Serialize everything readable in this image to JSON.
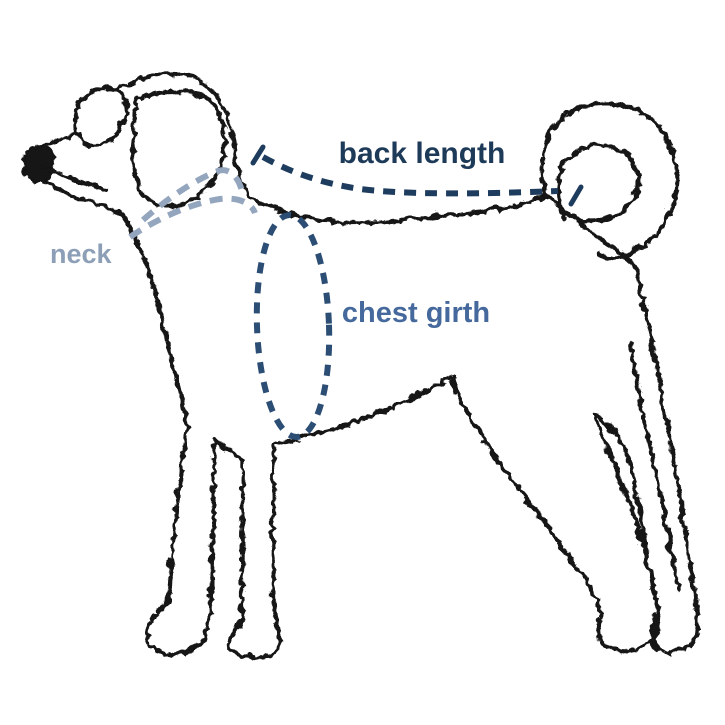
{
  "colors": {
    "ink": "#121212",
    "back_line": "#1e3c5e",
    "back_text": "#1d3a59",
    "chest_line": "#2c4e74",
    "chest_text": "#45699c",
    "neck_line": "#94a6be",
    "neck_text": "#8c9fb7",
    "background": "#ffffff"
  },
  "diagram": {
    "subject": "side-view outline drawing of a scruffy dog facing left",
    "labels": {
      "back_length": "back length",
      "neck": "neck",
      "chest_girth": "chest girth"
    },
    "annotations": [
      {
        "label": "back length",
        "style": "dark navy dashed line with tick marks at both ends, along the top of the back from withers to tail base"
      },
      {
        "label": "neck",
        "style": "light blue-gray dashed double curve forming a band around the neck"
      },
      {
        "label": "chest girth",
        "style": "navy dashed vertical ellipse around the chest behind the front legs"
      }
    ]
  }
}
